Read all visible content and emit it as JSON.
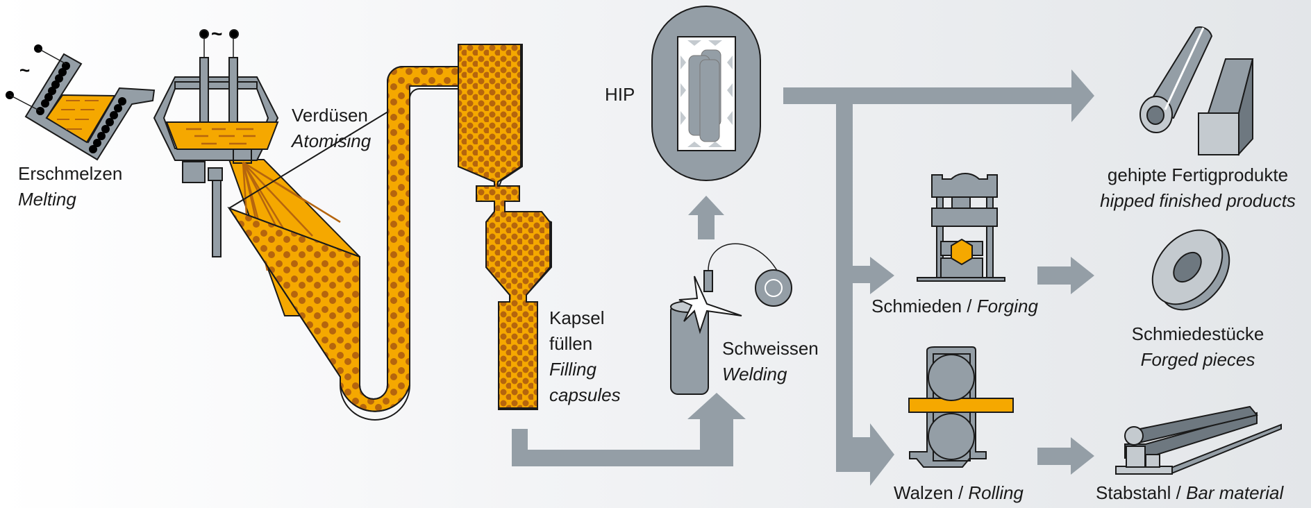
{
  "colors": {
    "orange": "#f5a800",
    "dot": "#b5650e",
    "gray": "#949ea6",
    "dark": "#1a1a1a"
  },
  "steps": {
    "melting": {
      "de": "Erschmelzen",
      "en": "Melting"
    },
    "atomising": {
      "de": "Verdüsen",
      "en": "Atomising"
    },
    "filling": {
      "de1": "Kapsel",
      "de2": "füllen",
      "en1": "Filling",
      "en2": "capsules"
    },
    "welding": {
      "de": "Schweissen",
      "en": "Welding"
    },
    "hip": {
      "de": "HIP"
    },
    "forging": {
      "de": "Schmieden",
      "sep": " / ",
      "en": "Forging"
    },
    "rolling": {
      "de": "Walzen",
      "sep": " / ",
      "en": "Rolling"
    }
  },
  "products": {
    "hipped": {
      "de": "gehipte Fertigprodukte",
      "en": "hipped finished products"
    },
    "forged": {
      "de": "Schmiedestücke",
      "en": "Forged pieces"
    },
    "bar": {
      "de": "Stabstahl",
      "sep": " / ",
      "en": "Bar material"
    }
  },
  "symbols": {
    "ac": "~"
  }
}
